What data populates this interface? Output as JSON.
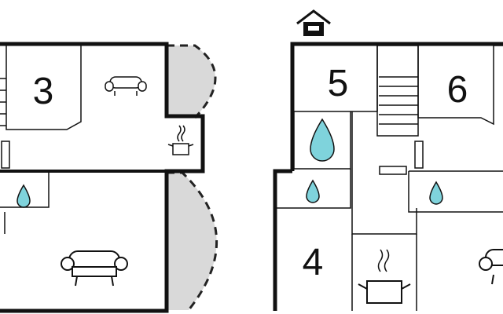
{
  "floor_plan": {
    "rooms": [
      {
        "id": "room-3",
        "label": "3"
      },
      {
        "id": "room-5",
        "label": "5"
      },
      {
        "id": "room-6",
        "label": "6"
      },
      {
        "id": "room-4",
        "label": "4"
      }
    ],
    "icons": [
      "sofa-icon",
      "stove-pot-icon",
      "water-drop-icon",
      "house-outside-icon",
      "stairs-icon",
      "radiator-icon"
    ],
    "colors": {
      "wall": "#111111",
      "terrace_fill": "#d9d9d9",
      "water": "#7fd3dc",
      "line": "#222222"
    }
  }
}
